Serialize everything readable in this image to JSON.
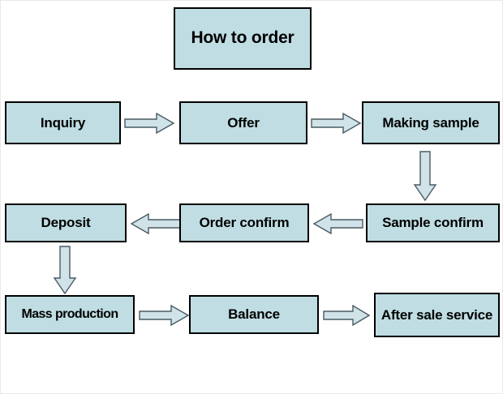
{
  "diagram": {
    "title_box": {
      "label": "How to order"
    },
    "type": "flowchart",
    "colors": {
      "node_fill": "#bfdde2",
      "node_border": "#000000",
      "arrow_fill": "#cfe3e8",
      "arrow_stroke": "#4a5a63",
      "text": "#000000",
      "background": "#ffffff"
    },
    "nodes": [
      {
        "id": "inquiry",
        "label": "Inquiry"
      },
      {
        "id": "offer",
        "label": "Offer"
      },
      {
        "id": "making-sample",
        "label": "Making sample"
      },
      {
        "id": "sample-confirm",
        "label": "Sample confirm"
      },
      {
        "id": "order-confirm",
        "label": "Order confirm"
      },
      {
        "id": "deposit",
        "label": "Deposit"
      },
      {
        "id": "mass-production",
        "label": "Mass production"
      },
      {
        "id": "balance",
        "label": "Balance"
      },
      {
        "id": "after-sale",
        "label": "After sale service"
      }
    ],
    "connectors": [
      {
        "id": "inquiry-to-offer",
        "direction": "right"
      },
      {
        "id": "offer-to-making-sample",
        "direction": "right"
      },
      {
        "id": "making-sample-to-sample-confirm",
        "direction": "down"
      },
      {
        "id": "sample-confirm-to-order-confirm",
        "direction": "left"
      },
      {
        "id": "order-confirm-to-deposit",
        "direction": "left"
      },
      {
        "id": "deposit-to-mass-production",
        "direction": "down"
      },
      {
        "id": "mass-production-to-balance",
        "direction": "right"
      },
      {
        "id": "balance-to-after-sale",
        "direction": "right"
      }
    ]
  }
}
